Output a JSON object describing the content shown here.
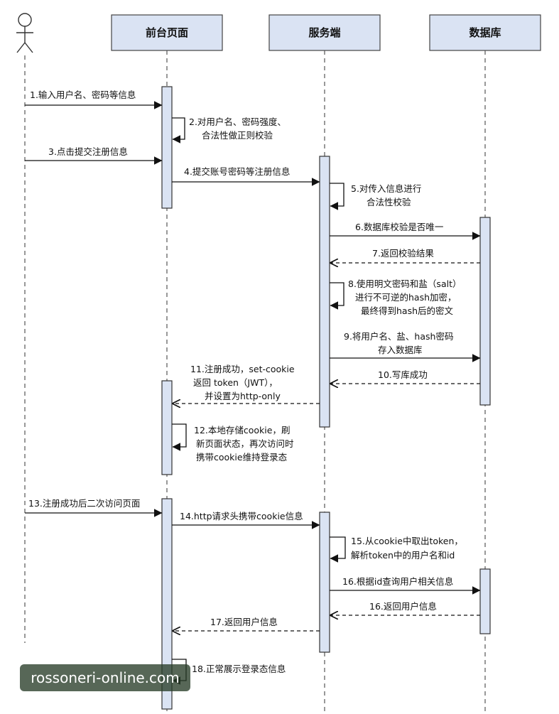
{
  "participants": [
    {
      "id": "actor",
      "label": ""
    },
    {
      "id": "frontend",
      "label": "前台页面"
    },
    {
      "id": "server",
      "label": "服务端"
    },
    {
      "id": "database",
      "label": "数据库"
    }
  ],
  "messages": [
    {
      "id": "m1",
      "lines": [
        "1.输入用户名、密码等信息"
      ],
      "from": "actor",
      "to": "frontend",
      "style": "solid"
    },
    {
      "id": "m2",
      "lines": [
        "2.对用户名、密码强度、",
        "合法性做正则校验"
      ],
      "from": "frontend",
      "to": "frontend",
      "style": "self"
    },
    {
      "id": "m3",
      "lines": [
        "3.点击提交注册信息"
      ],
      "from": "actor",
      "to": "frontend",
      "style": "solid"
    },
    {
      "id": "m4",
      "lines": [
        "4.提交账号密码等注册信息"
      ],
      "from": "frontend",
      "to": "server",
      "style": "solid"
    },
    {
      "id": "m5",
      "lines": [
        "5.对传入信息进行",
        "合法性校验"
      ],
      "from": "server",
      "to": "server",
      "style": "self"
    },
    {
      "id": "m6",
      "lines": [
        "6.数据库校验是否唯一"
      ],
      "from": "server",
      "to": "database",
      "style": "solid"
    },
    {
      "id": "m7",
      "lines": [
        "7.返回校验结果"
      ],
      "from": "database",
      "to": "server",
      "style": "dashed"
    },
    {
      "id": "m8",
      "lines": [
        "8.使用明文密码和盐（salt）",
        "进行不可逆的hash加密，",
        "最终得到hash后的密文"
      ],
      "from": "server",
      "to": "server",
      "style": "self"
    },
    {
      "id": "m9",
      "lines": [
        "9.将用户名、盐、hash密码",
        "存入数据库"
      ],
      "from": "server",
      "to": "database",
      "style": "solid"
    },
    {
      "id": "m10",
      "lines": [
        "10.写库成功"
      ],
      "from": "database",
      "to": "server",
      "style": "dashed"
    },
    {
      "id": "m11",
      "lines": [
        "11.注册成功，set-cookie",
        "返回 token（JWT），",
        "并设置为http-only"
      ],
      "from": "server",
      "to": "frontend",
      "style": "dashed"
    },
    {
      "id": "m12",
      "lines": [
        "12.本地存储cookie，刷",
        "新页面状态，再次访问时",
        "携带cookie维持登录态"
      ],
      "from": "frontend",
      "to": "frontend",
      "style": "self"
    },
    {
      "id": "m13",
      "lines": [
        "13.注册成功后二次访问页面"
      ],
      "from": "actor",
      "to": "frontend",
      "style": "solid"
    },
    {
      "id": "m14",
      "lines": [
        "14.http请求头携带cookie信息"
      ],
      "from": "frontend",
      "to": "server",
      "style": "solid"
    },
    {
      "id": "m15",
      "lines": [
        "15.从cookie中取出token，",
        "解析token中的用户名和id"
      ],
      "from": "server",
      "to": "server",
      "style": "self"
    },
    {
      "id": "m16a",
      "lines": [
        "16.根据id查询用户相关信息"
      ],
      "from": "server",
      "to": "database",
      "style": "solid"
    },
    {
      "id": "m16b",
      "lines": [
        "16.返回用户信息"
      ],
      "from": "database",
      "to": "server",
      "style": "dashed"
    },
    {
      "id": "m17",
      "lines": [
        "17.返回用户信息"
      ],
      "from": "server",
      "to": "frontend",
      "style": "dashed"
    },
    {
      "id": "m18",
      "lines": [
        "18.正常展示登录态信息"
      ],
      "from": "frontend",
      "to": "frontend",
      "style": "self"
    }
  ],
  "watermark": "rossoneri-online.com"
}
